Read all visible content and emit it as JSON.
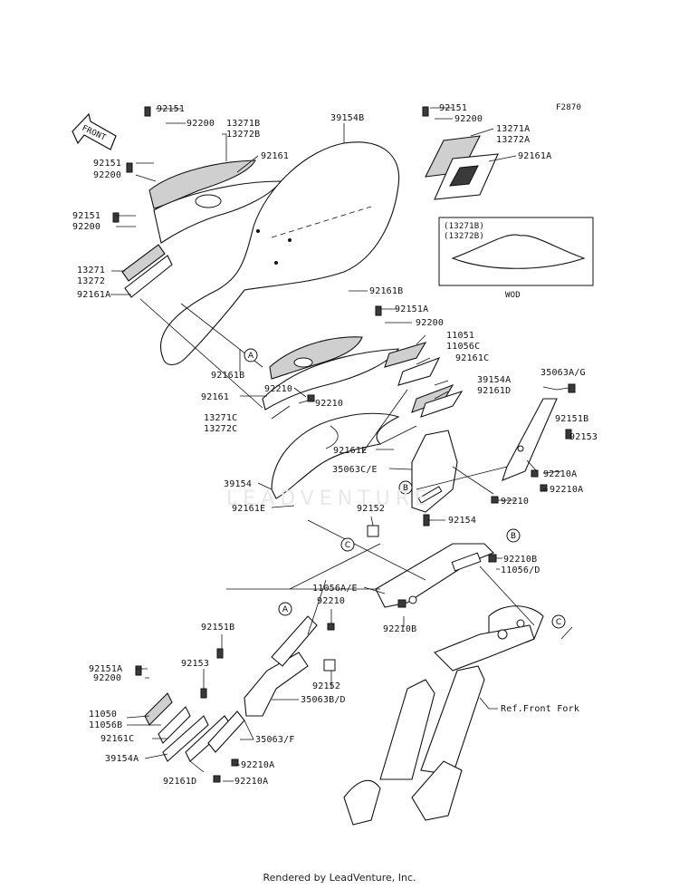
{
  "figure_code": "F2870",
  "front_arrow_label": "FRONT",
  "watermark_text": "LEADVENTURE",
  "footer_text": "Rendered by LeadVenture, Inc.",
  "wod_box": {
    "line1": "(13271B)",
    "line2": "(13272B)",
    "caption": "WOD"
  },
  "labels": {
    "l01": "92151",
    "l02": "92200",
    "l03": "13271B",
    "l04": "13272B",
    "l05": "39154B",
    "l06": "92151",
    "l07": "92200",
    "l08": "13271A",
    "l09": "13272A",
    "l10": "92161A",
    "l11": "92151",
    "l12": "92200",
    "l13": "92161",
    "l14": "92151",
    "l15": "92200",
    "l16": "13271",
    "l17": "13272",
    "l18": "92161A",
    "l19": "92161B",
    "l20": "92151A",
    "l21": "92200",
    "l22": "11051",
    "l23": "11056C",
    "l24": "92161C",
    "l25": "39154A",
    "l26": "92161D",
    "l27": "35063A/G",
    "l28": "92161B",
    "l29": "92161",
    "l30": "92210",
    "l31": "92210",
    "l32": "92151B",
    "l33": "13271C",
    "l34": "13272C",
    "l35": "92161E",
    "l36": "92153",
    "l37": "35063C/E",
    "l38": "92210A",
    "l39": "39154",
    "l40": "92210A",
    "l41": "92210",
    "l42": "92161E",
    "l43": "92152",
    "l44": "92154",
    "l45": "92210B",
    "l46": "11056/D",
    "l47": "11056A/E",
    "l48": "92210",
    "l49": "92210B",
    "l50": "92151B",
    "l51": "92151A",
    "l52": "92200",
    "l53": "92153",
    "l54": "92152",
    "l55": "35063B/D",
    "l56": "11050",
    "l57": "11056B",
    "l58": "35063/F",
    "l59": "92161C",
    "l60": "39154A",
    "l61": "92210A",
    "l62": "92161D",
    "l63": "92210A",
    "l64": "Ref.Front Fork"
  },
  "callouts": {
    "a1": "A",
    "a2": "A",
    "b1": "B",
    "b2": "B",
    "c1": "C",
    "c2": "C"
  }
}
